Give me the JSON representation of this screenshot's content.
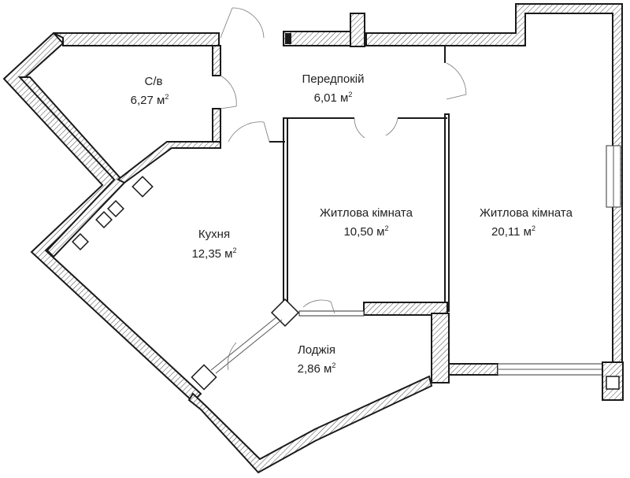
{
  "plan": {
    "rooms": [
      {
        "id": "bathroom",
        "name": "С/в",
        "area": "6,27 м",
        "unit_sup": "2"
      },
      {
        "id": "hallway",
        "name": "Передпокій",
        "area": "6,01 м",
        "unit_sup": "2"
      },
      {
        "id": "kitchen",
        "name": "Кухня",
        "area": "12,35 м",
        "unit_sup": "2"
      },
      {
        "id": "living1",
        "name": "Житлова кімната",
        "area": "10,50 м",
        "unit_sup": "2"
      },
      {
        "id": "living2",
        "name": "Житлова кімната",
        "area": "20,11 м",
        "unit_sup": "2"
      },
      {
        "id": "loggia",
        "name": "Лоджія",
        "area": "2,86 м",
        "unit_sup": "2"
      }
    ],
    "colors": {
      "wall": "#1a1a1a",
      "hatch": "#444444",
      "background": "#ffffff"
    }
  }
}
